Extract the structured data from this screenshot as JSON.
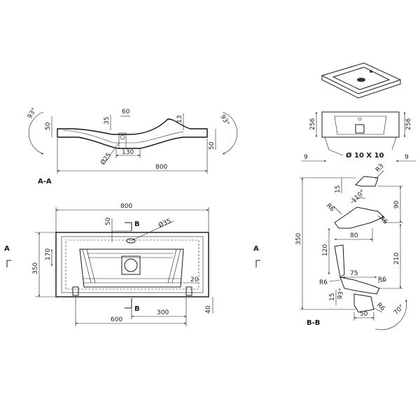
{
  "section_aa": {
    "label": "A-A",
    "dims": {
      "angle_left": "93°",
      "angle_right": "93°",
      "height_left": "50",
      "height_right": "50",
      "d35": "35",
      "d60": "60",
      "d13": "13",
      "diam25": "Ø25",
      "d130": "130",
      "d800": "800"
    }
  },
  "top_view": {
    "dims": {
      "d800": "800",
      "d50": "50",
      "diam35": "Ø35",
      "d170": "170",
      "d350": "350",
      "d20": "20",
      "d600": "600",
      "d300": "300",
      "d40": "40"
    },
    "section_marks": {
      "a_left": "A",
      "a_right": "A",
      "b_top": "B",
      "b_bottom": "B"
    }
  },
  "iso_view": {
    "dims": {
      "d256_left": "256",
      "d256_right": "256",
      "d9_left": "9",
      "d9_right": "9",
      "bracket": "Ø 10 X 10"
    }
  },
  "section_bb": {
    "label": "B-B",
    "dims": {
      "r3": "R3",
      "d15_top": "15",
      "r6_a": "R6",
      "ang110": "110°",
      "d90": "90",
      "r6_b": "R6",
      "d80": "80",
      "d350": "350",
      "d120": "120",
      "d210": "210",
      "r6_c": "R6",
      "d75": "75",
      "r6_d": "R6",
      "d15_bottom": "15",
      "ang93": "93°",
      "r6_e": "R6",
      "d50": "50",
      "ang70": "70°"
    }
  }
}
